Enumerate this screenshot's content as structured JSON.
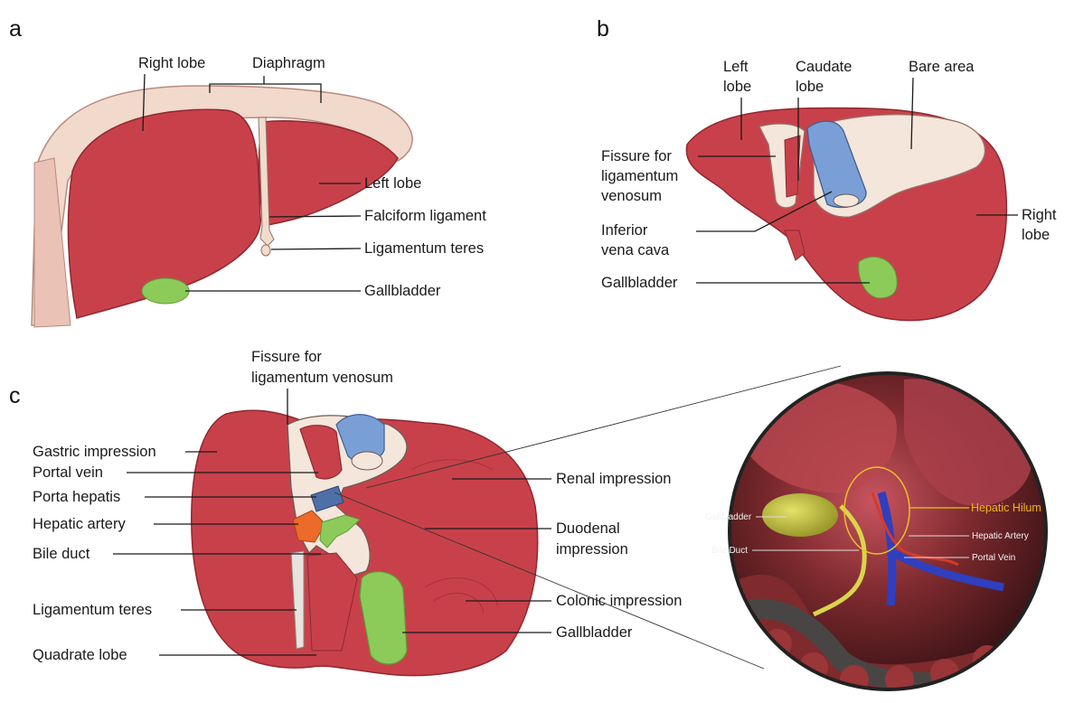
{
  "panels": {
    "a": "a",
    "b": "b",
    "c": "c"
  },
  "panel_a": {
    "right_lobe": "Right lobe",
    "diaphragm": "Diaphragm",
    "left_lobe": "Left lobe",
    "falciform_ligament": "Falciform ligament",
    "ligamentum_teres": "Ligamentum teres",
    "gallbladder": "Gallbladder"
  },
  "panel_b": {
    "left_lobe": [
      "Left",
      "lobe"
    ],
    "caudate_lobe": [
      "Caudate",
      "lobe"
    ],
    "bare_area": "Bare area",
    "fissure_lig_venosum": [
      "Fissure for",
      "ligamentum",
      "venosum"
    ],
    "inferior_vena_cava": [
      "Inferior",
      "vena cava"
    ],
    "gallbladder": "Gallbladder",
    "right_lobe": [
      "Right",
      "lobe"
    ]
  },
  "panel_c": {
    "fissure_lig_venosum": [
      "Fissure for",
      "ligamentum venosum"
    ],
    "gastric_impression": "Gastric impression",
    "portal_vein": "Portal vein",
    "porta_hepatis": "Porta hepatis",
    "hepatic_artery": "Hepatic artery",
    "bile_duct": "Bile duct",
    "ligamentum_teres": "Ligamentum teres",
    "quadrate_lobe": "Quadrate lobe",
    "renal_impression": "Renal impression",
    "duodenal_impression": [
      "Duodenal",
      "impression"
    ],
    "colonic_impression": "Colonic impression",
    "gallbladder": "Gallbladder"
  },
  "inset": {
    "hepatic_hilum": "Hepatic Hilum",
    "gallbladder": "Gallbladder",
    "hepatic_artery": "Hepatic Artery",
    "bile_duct": "Bile Duct",
    "portal_vein": "Portal Vein"
  },
  "colors": {
    "liver": "#c8414a",
    "liver_dark": "#8f2830",
    "gallbladder": "#8ccb5a",
    "vena_cava": "#7a9fd6",
    "bare_area": "#f4e6da",
    "hilum_ring": "#e9c22a"
  }
}
